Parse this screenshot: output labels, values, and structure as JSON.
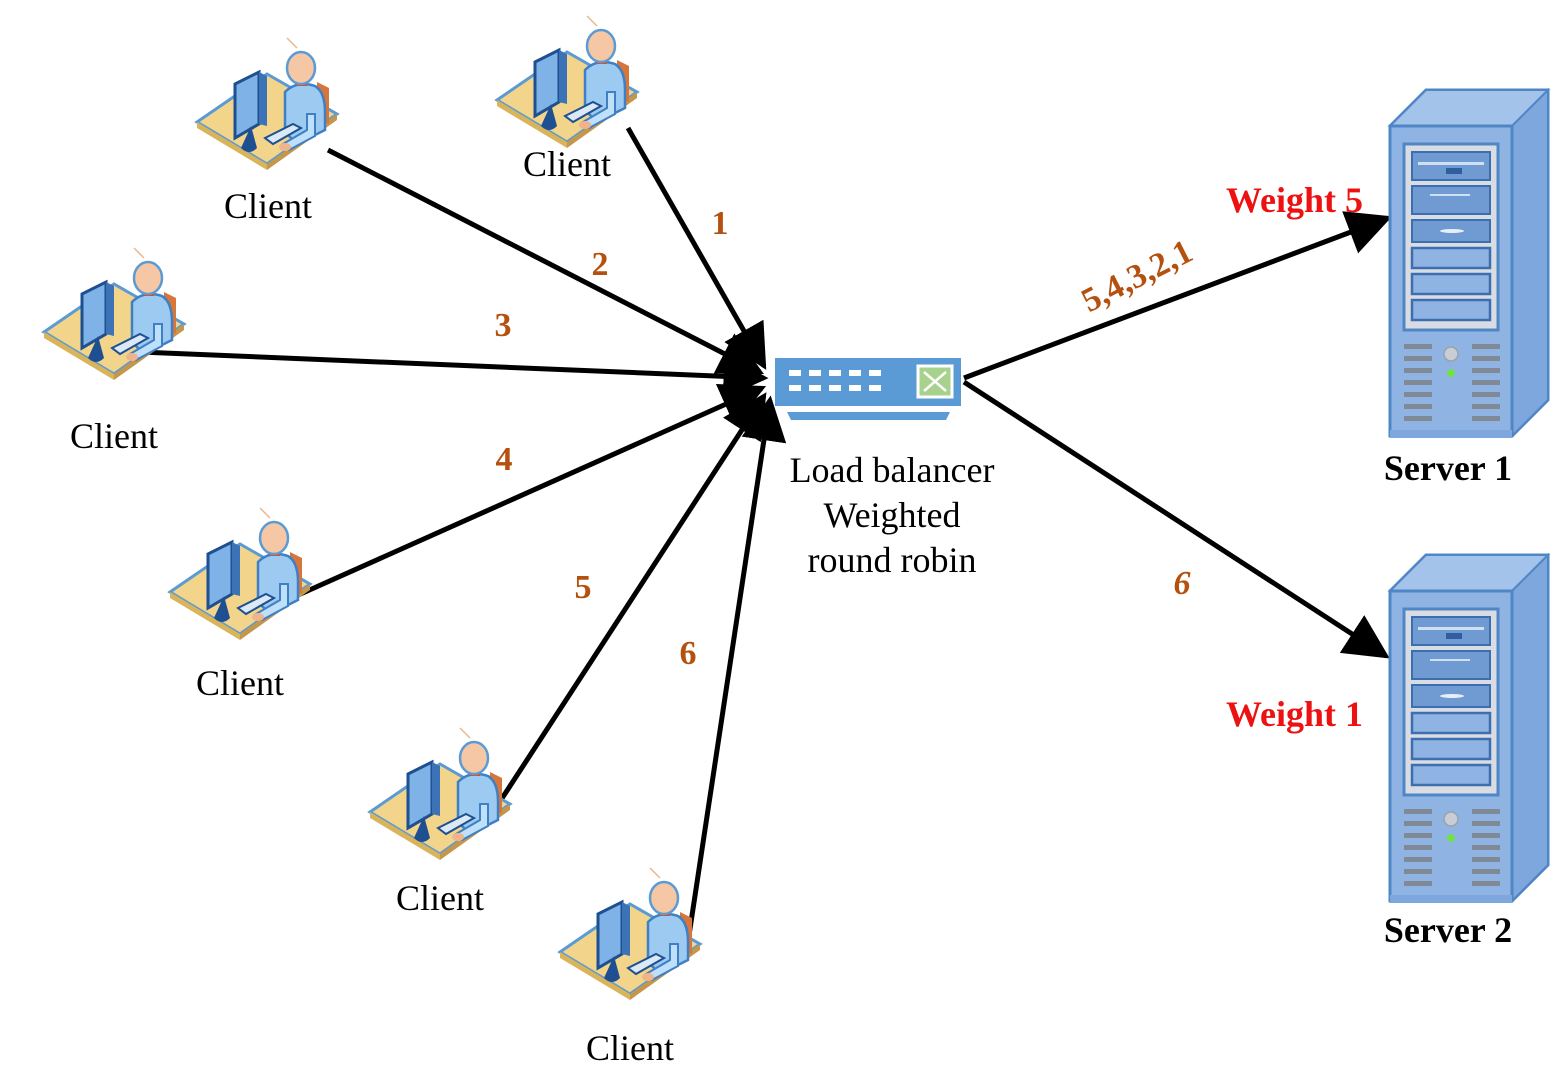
{
  "diagram": {
    "title": "Weighted round robin load balancing",
    "colors": {
      "edge": "#000000",
      "order_label": "#b5510f",
      "weight_label": "#ee1111",
      "device_blue": "#5b9bd5",
      "server_blue": "#8fb4e3",
      "switch_green": "#a9d18e",
      "desk": "#f2d58a"
    },
    "clients": [
      {
        "id": "client-1",
        "label": "Client",
        "request_order": "1"
      },
      {
        "id": "client-2",
        "label": "Client",
        "request_order": "2"
      },
      {
        "id": "client-3",
        "label": "Client",
        "request_order": "3"
      },
      {
        "id": "client-4",
        "label": "Client",
        "request_order": "4"
      },
      {
        "id": "client-5",
        "label": "Client",
        "request_order": "5"
      },
      {
        "id": "client-6",
        "label": "Client",
        "request_order": "6"
      }
    ],
    "load_balancer": {
      "line1": "Load balancer",
      "line2": "Weighted",
      "line3": "round robin",
      "icon": "network-switch-icon"
    },
    "servers": [
      {
        "id": "server-1",
        "label": "Server 1",
        "weight_label": "Weight 5",
        "weight": 5,
        "assigned_requests": "5,4,3,2,1",
        "icon": "server-tower-icon"
      },
      {
        "id": "server-2",
        "label": "Server 2",
        "weight_label": "Weight 1",
        "weight": 1,
        "assigned_requests": "6",
        "icon": "server-tower-icon"
      }
    ],
    "edges": [
      {
        "from": "client-1",
        "to": "load-balancer",
        "label": "1"
      },
      {
        "from": "client-2",
        "to": "load-balancer",
        "label": "2"
      },
      {
        "from": "client-3",
        "to": "load-balancer",
        "label": "3"
      },
      {
        "from": "client-4",
        "to": "load-balancer",
        "label": "4"
      },
      {
        "from": "client-5",
        "to": "load-balancer",
        "label": "5"
      },
      {
        "from": "client-6",
        "to": "load-balancer",
        "label": "6"
      },
      {
        "from": "load-balancer",
        "to": "server-1",
        "label": "5,4,3,2,1"
      },
      {
        "from": "load-balancer",
        "to": "server-2",
        "label": "6"
      }
    ]
  }
}
